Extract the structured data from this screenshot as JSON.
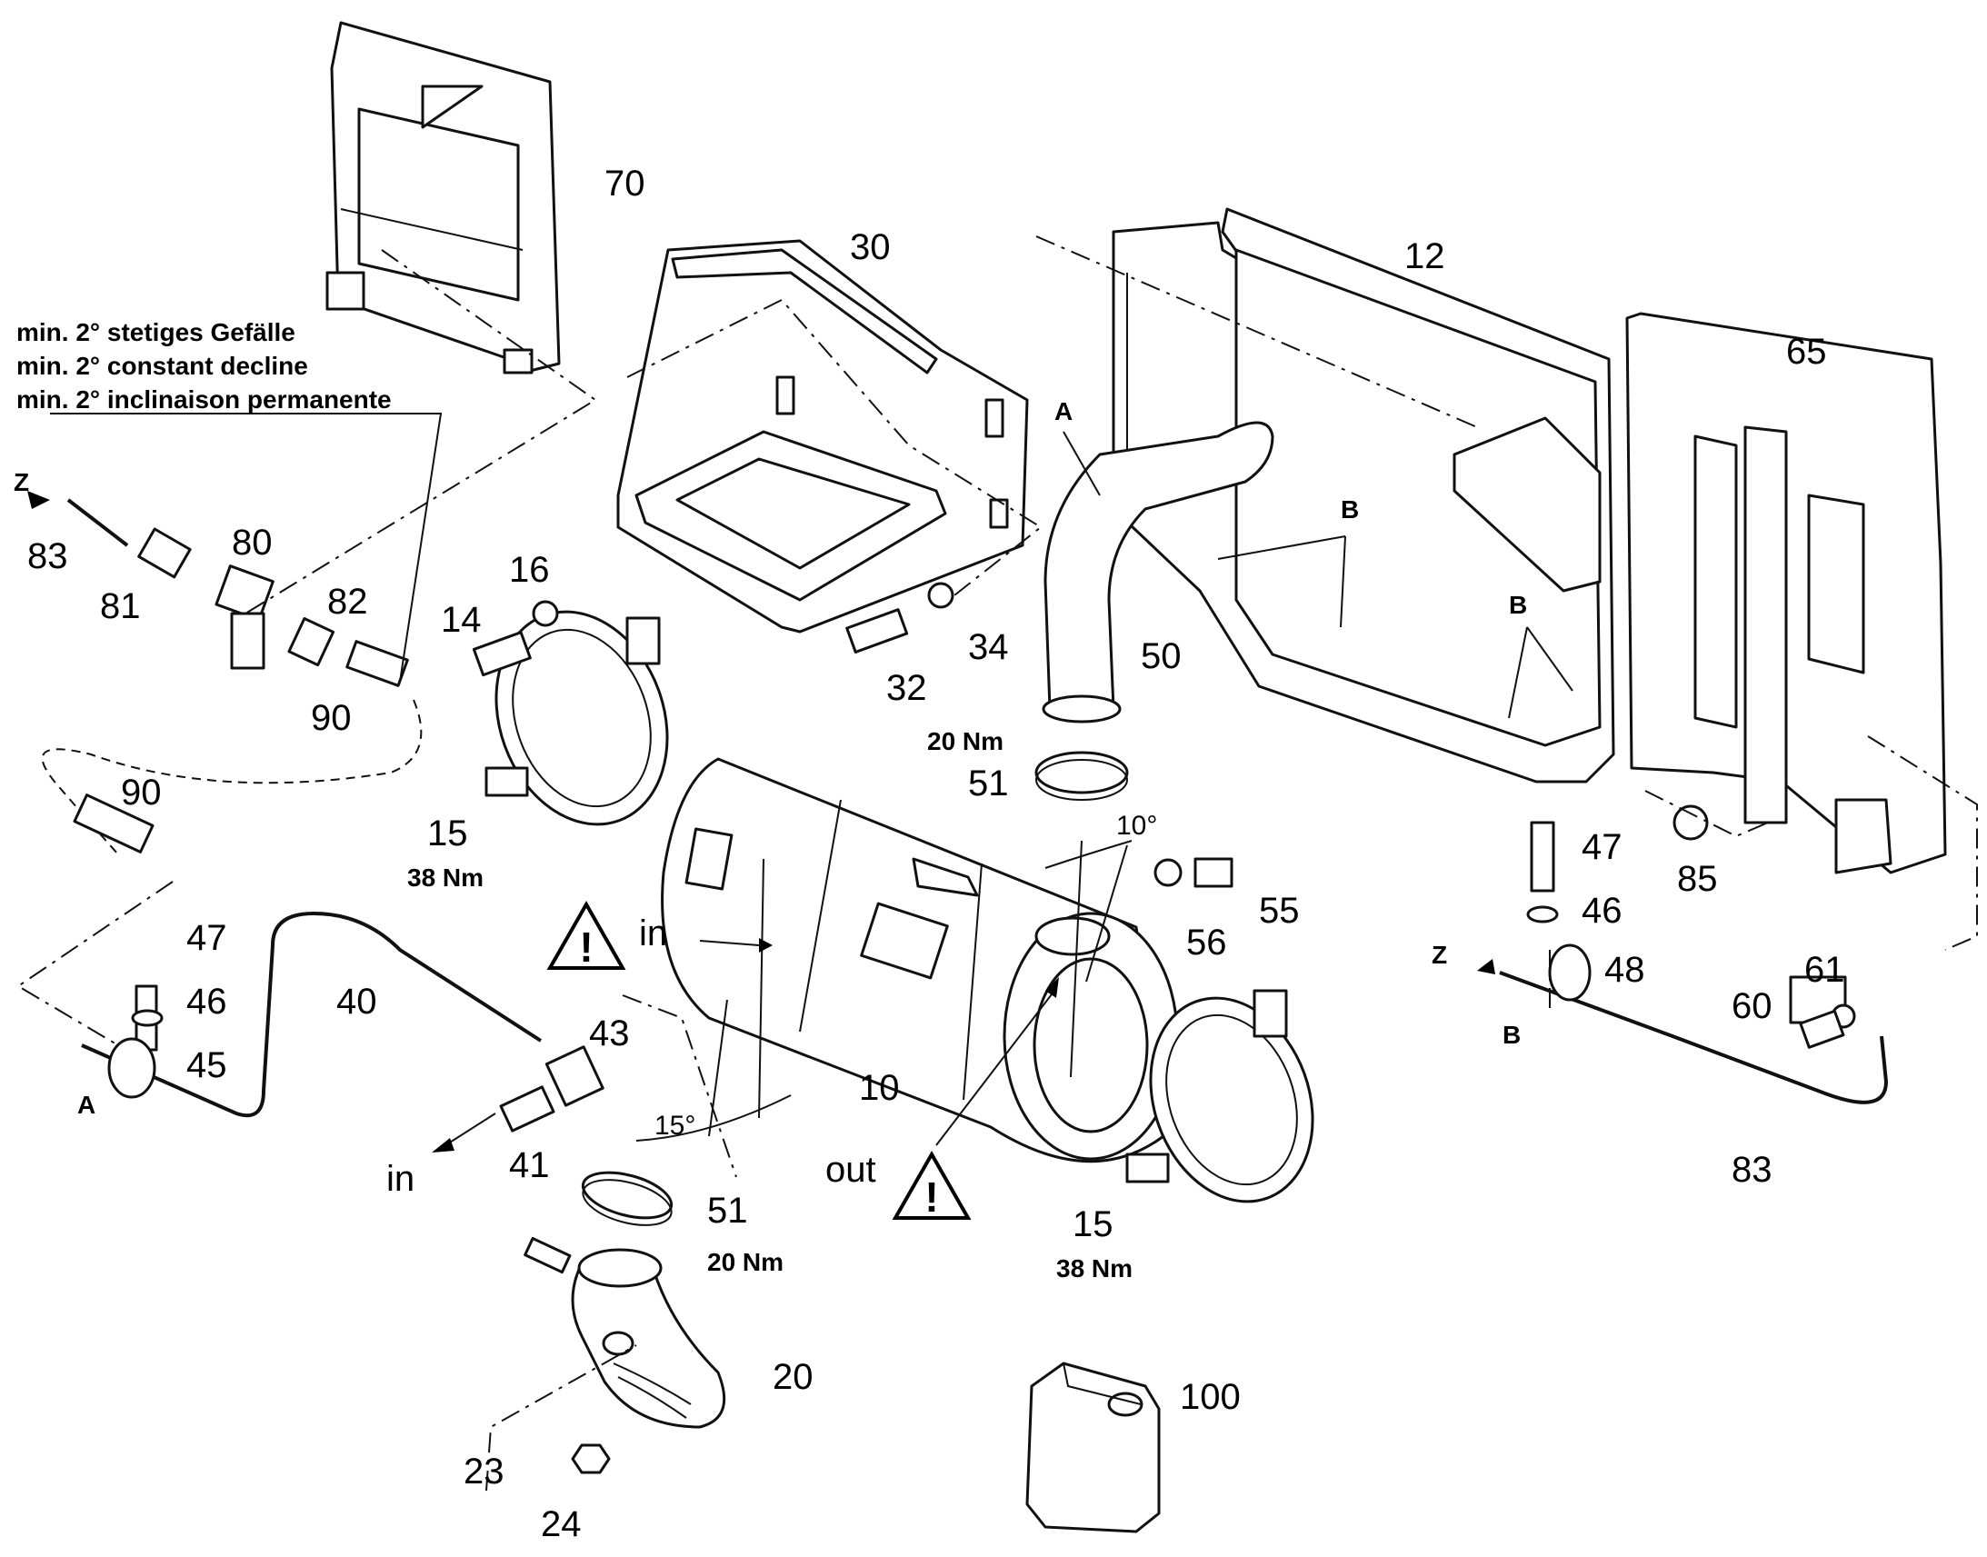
{
  "notes": [
    "min. 2° stetiges Gefälle",
    "min. 2° constant decline",
    "min. 2° inclinaison permanente"
  ],
  "parts": {
    "p70": "70",
    "p30": "30",
    "p12": "12",
    "p65": "65",
    "p83a": "83",
    "p80": "80",
    "p81": "81",
    "p82": "82",
    "p90a": "90",
    "p90b": "90",
    "p14": "14",
    "p16": "16",
    "p32": "32",
    "p34": "34",
    "p50": "50",
    "p51a": "51",
    "p15a": "15",
    "p47a": "47",
    "p46a": "46",
    "p45": "45",
    "p40": "40",
    "p43": "43",
    "p41": "41",
    "p10": "10",
    "p55": "55",
    "p56": "56",
    "p51b": "51",
    "p15b": "15",
    "p20": "20",
    "p23": "23",
    "p24": "24",
    "p100": "100",
    "p47b": "47",
    "p46b": "46",
    "p48": "48",
    "p85": "85",
    "p61": "61",
    "p60": "60",
    "p83b": "83"
  },
  "torques": {
    "t51a": "20 Nm",
    "t15a": "38 Nm",
    "t51b": "20 Nm",
    "t15b": "38 Nm"
  },
  "angles": {
    "a10": "10°",
    "a15": "15°"
  },
  "markers": {
    "z1": "Z",
    "z2": "Z",
    "a1": "A",
    "a2": "A",
    "b1": "B",
    "b2": "B",
    "b3": "B",
    "in1": "in",
    "in2": "in",
    "out": "out",
    "warn1": "!",
    "warn2": "!"
  }
}
